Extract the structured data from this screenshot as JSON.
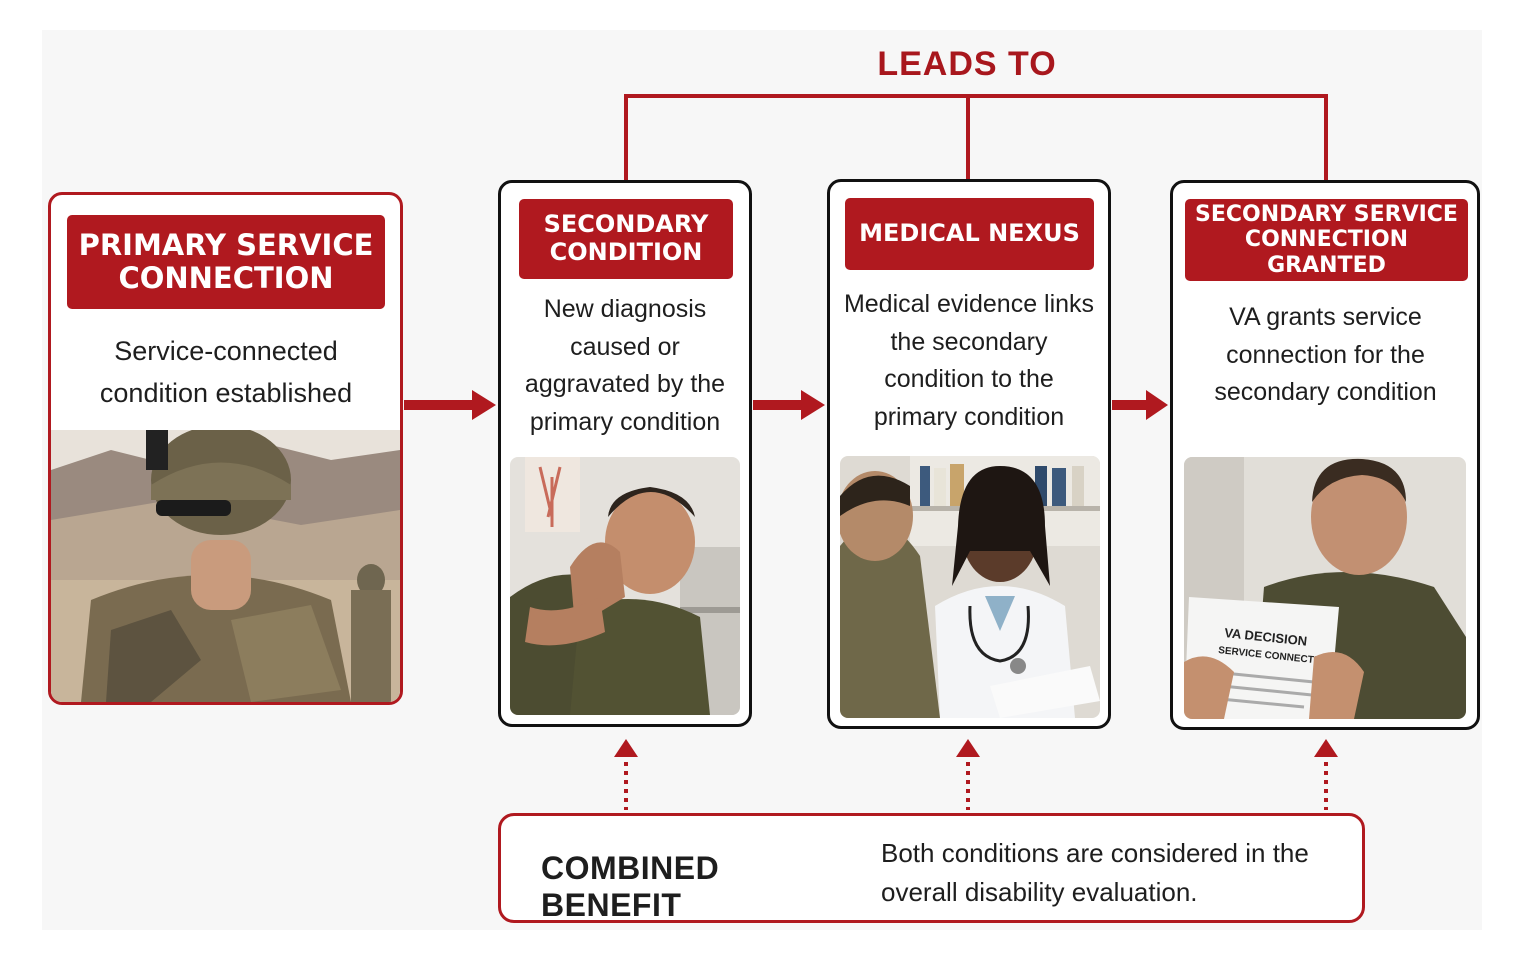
{
  "diagram": {
    "top_connector_label": "LEADS TO",
    "colors": {
      "accent": "#b0191f",
      "card_border": "#111111",
      "text": "#1e1e1e",
      "background": "#ffffff"
    },
    "steps": [
      {
        "title": "PRIMARY SERVICE CONNECTION",
        "description": "Service-connected condition established",
        "photo_icon": "soldier-photo"
      },
      {
        "title": "SECONDARY CONDITION",
        "description": "New diagnosis caused or aggravated by the primary condition",
        "photo_icon": "neck-pain-photo"
      },
      {
        "title": "MEDICAL NEXUS",
        "description": "Medical evidence links the secondary condition to the primary condition",
        "photo_icon": "doctor-consultation-photo"
      },
      {
        "title": "SECONDARY SERVICE CONNECTION GRANTED",
        "description": "VA grants service connection for the secondary condition",
        "photo_icon": "va-decision-letter-photo",
        "document_text": [
          "VA DECISION",
          "SERVICE CONNECTED"
        ]
      }
    ],
    "combined_benefit": {
      "label": "COMBINED BENEFIT",
      "text": "Both conditions are considered in the overall disability evaluation."
    }
  }
}
